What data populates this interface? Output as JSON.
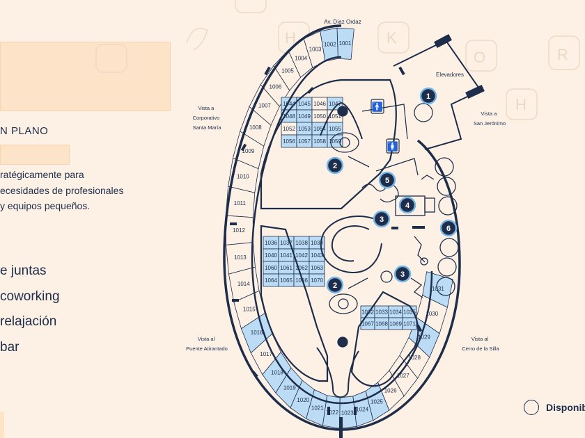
{
  "colors": {
    "background": "#fdf1e6",
    "navy": "#1d2d4a",
    "available_blue": "#bcdcf5",
    "badge_ring": "#78b6e6",
    "placeholder_peach": "#fde3c8"
  },
  "sidebar": {
    "plan_title": "N PLANO",
    "description_lines": [
      "ratégicamente para",
      "ecesidades de profesionales",
      " y equipos pequeños."
    ],
    "amenities": [
      "e juntas",
      "coworking",
      "relajación",
      "bar"
    ]
  },
  "map": {
    "street_label": "Av. Díaz Ordaz",
    "elevators_label": "Elevadores",
    "view_labels": {
      "corporativo": [
        "Vista a",
        "Corporativo",
        "Santa María"
      ],
      "jeronimo": [
        "Vista a",
        "San Jerónimo"
      ],
      "puente": [
        "Vista al",
        "Puente Atirantado"
      ],
      "silla": [
        "Vista al",
        "Cerro de la Silla"
      ]
    },
    "outer_ring_offices": [
      "1001",
      "1002",
      "1003",
      "1004",
      "1005",
      "1006",
      "1007",
      "1008",
      "1009",
      "1010",
      "1011",
      "1012",
      "1013",
      "1014",
      "1015",
      "1016",
      "1017",
      "1018",
      "1019",
      "1020",
      "1021",
      "1022",
      "1023",
      "1024",
      "1025",
      "1026",
      "1027",
      "1028",
      "1029",
      "1030",
      "1031"
    ],
    "north_pod_offices": [
      "1044",
      "1045",
      "1046",
      "1047",
      "1048",
      "1049",
      "1050",
      "1051",
      "1052",
      "1053",
      "1054",
      "1055",
      "1056",
      "1057",
      "1058",
      "1059"
    ],
    "southwest_pod_offices": [
      "1036",
      "1037",
      "1038",
      "1039",
      "1040",
      "1041",
      "1042",
      "1043",
      "1060",
      "1061",
      "1062",
      "1063",
      "1064",
      "1065",
      "1066",
      "1070"
    ],
    "southeast_pod_offices": [
      "1032",
      "1033",
      "1034",
      "1035",
      "1067",
      "1068",
      "1069",
      "1071"
    ],
    "available_offices": [
      "1001",
      "1002",
      "1016",
      "1018",
      "1019",
      "1020",
      "1021",
      "1022",
      "1023",
      "1024",
      "1025",
      "1029",
      "1031",
      "1044",
      "1045",
      "1047",
      "1048",
      "1049",
      "1053",
      "1054",
      "1055",
      "1056",
      "1057",
      "1058",
      "1059",
      "1036",
      "1037",
      "1038",
      "1039",
      "1040",
      "1041",
      "1042",
      "1043",
      "1060",
      "1061",
      "1062",
      "1063",
      "1064",
      "1065",
      "1066",
      "1070",
      "1032",
      "1033",
      "1034",
      "1035",
      "1067",
      "1068",
      "1069",
      "1071"
    ],
    "badges": [
      "1",
      "2",
      "2",
      "3",
      "3",
      "4",
      "5",
      "6"
    ]
  },
  "legend": {
    "label": "Disponible"
  }
}
